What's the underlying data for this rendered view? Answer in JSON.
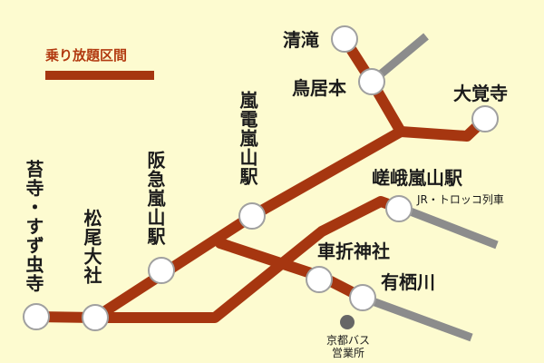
{
  "legend": {
    "label": "乗り放題区間",
    "color": "#a63610"
  },
  "colors": {
    "background": "#fdfbd0",
    "route": "#a63610",
    "other_line": "#8c8c8c",
    "station_fill": "#ffffff",
    "station_stroke": "#a0a0a0",
    "bus_stop": "#666666"
  },
  "stations": {
    "kiyotaki": "清滝",
    "toriimoto": "鳥居本",
    "daikakuji": "大覚寺",
    "randen_arashiyama": "嵐電嵐山駅",
    "sagaarashiyama": "嵯峨嵐山駅",
    "hankyu_arashiyama": "阪急嵐山駅",
    "kokedera": "苔寺・すず虫寺",
    "matsuo_taisha": "松尾大社",
    "kurumazaki_jinja": "車折神社",
    "arisugawa": "有栖川"
  },
  "annotations": {
    "jr_torokko": "JR・トロッコ列車",
    "bus_depot_line1": "京都バス",
    "bus_depot_line2": "営業所"
  }
}
